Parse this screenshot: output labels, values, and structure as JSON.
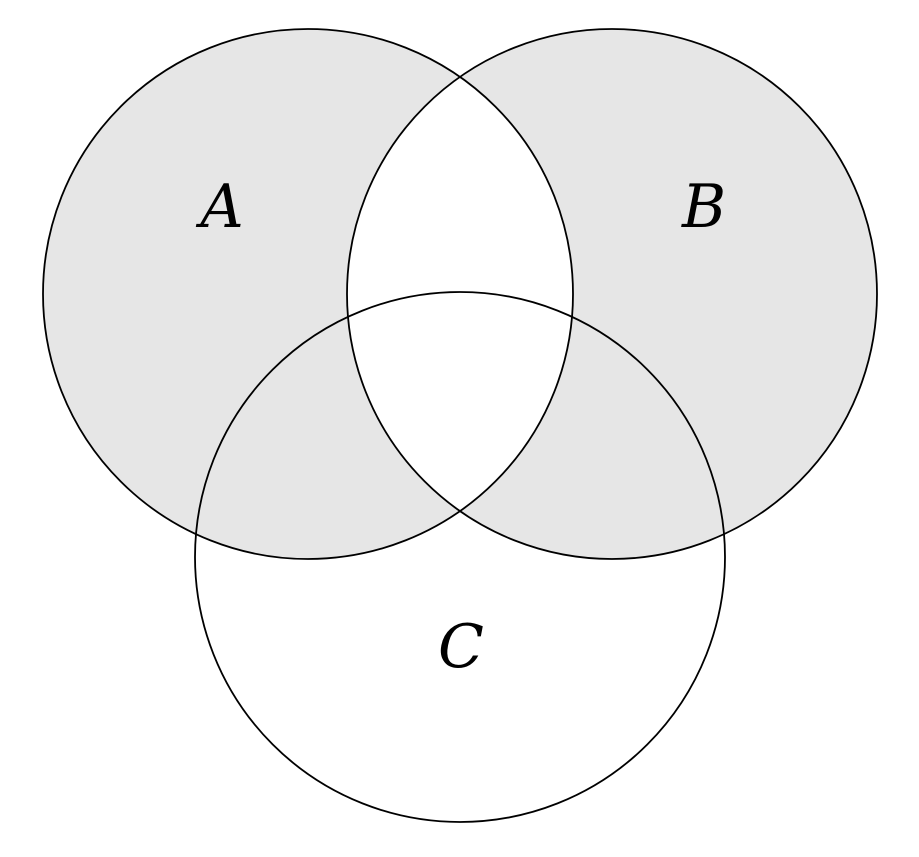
{
  "diagram": {
    "type": "venn-3-circle",
    "sets": [
      {
        "label": "A",
        "position": "top-left"
      },
      {
        "label": "B",
        "position": "top-right"
      },
      {
        "label": "C",
        "position": "bottom-center"
      }
    ],
    "shaded_expression": "symmetric difference of A and B",
    "shaded_regions": [
      "A only",
      "B only",
      "A and C only",
      "B and C only"
    ],
    "white_regions": [
      "A and B only",
      "A and B and C",
      "C only",
      "outside all sets"
    ],
    "colors": {
      "shade_fill": "#e6e6e6",
      "stroke": "#000000",
      "background": "#ffffff"
    }
  }
}
